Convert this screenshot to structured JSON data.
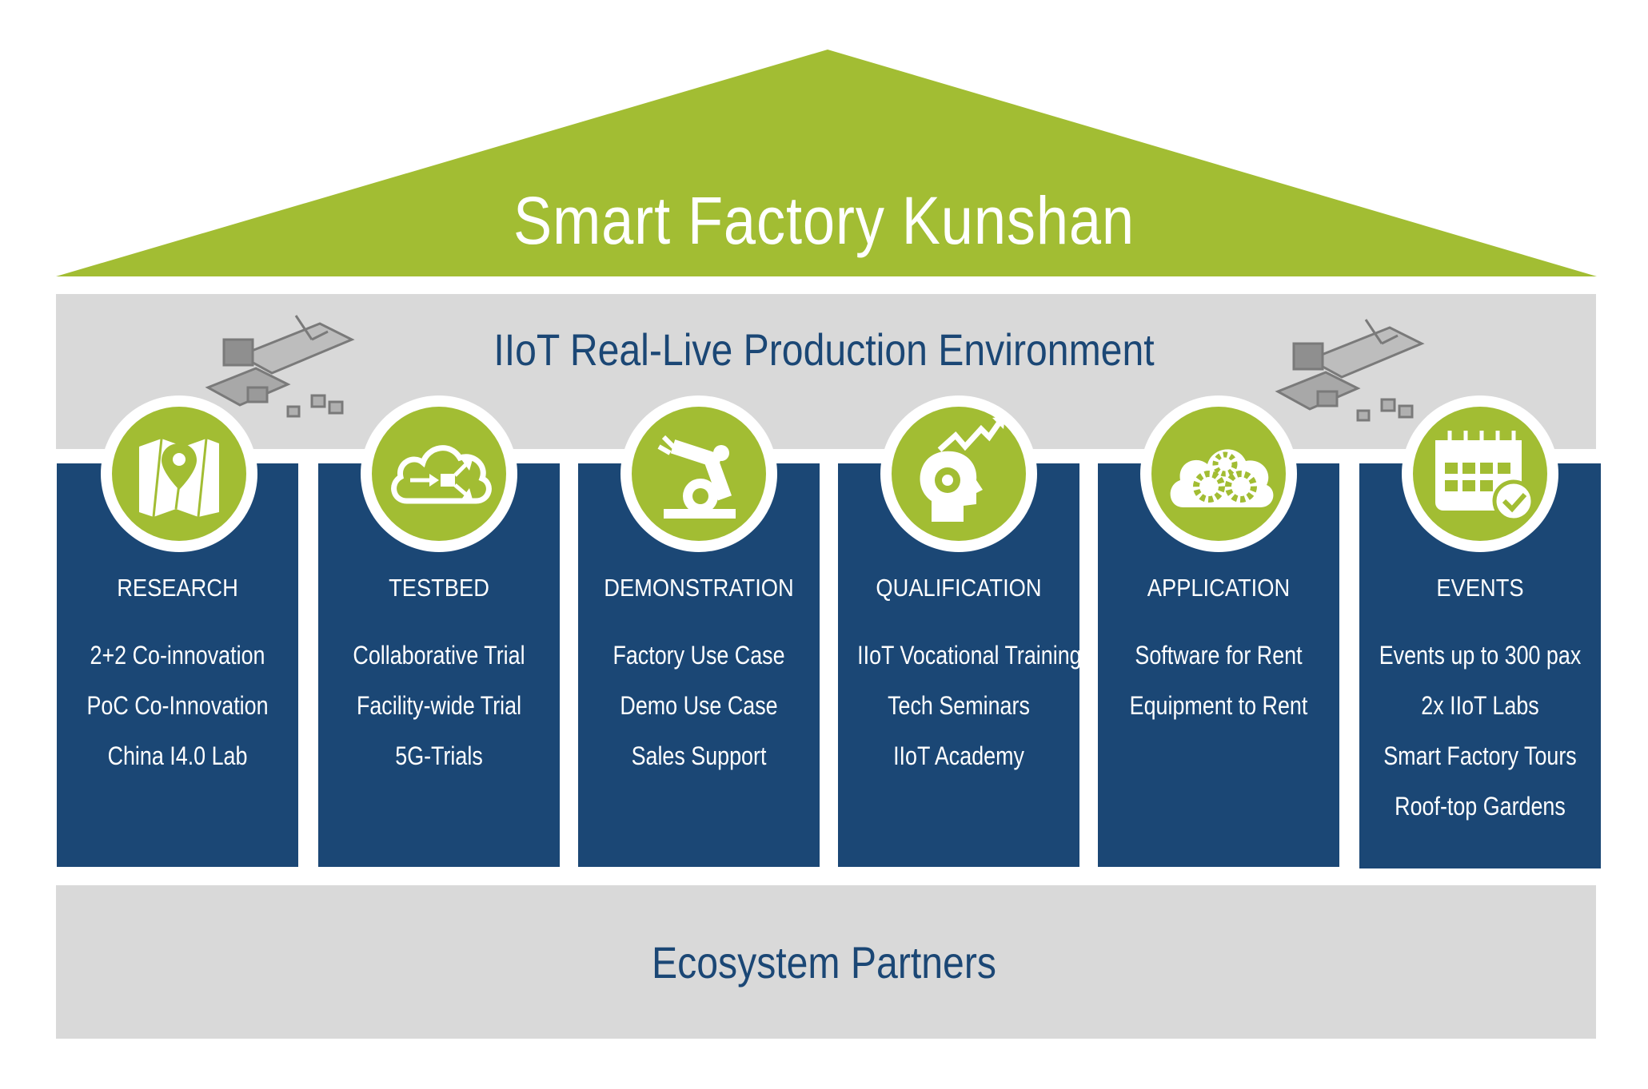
{
  "title": "Smart Factory Kunshan",
  "band_title": "IIoT Real-Live Production Environment",
  "base_title": "Ecosystem Partners",
  "colors": {
    "green": "#a2bd33",
    "navy": "#1b4775",
    "gray": "#d9d9d9"
  },
  "pillars": [
    {
      "title": "RESEARCH",
      "icon": "map-pin-icon",
      "items": [
        "2+2 Co-innovation",
        "PoC Co-Innovation",
        "China I4.0 Lab"
      ]
    },
    {
      "title": "TESTBED",
      "icon": "cloud-flow-icon",
      "items": [
        "Collaborative Trial",
        "Facility-wide Trial",
        "5G-Trials"
      ]
    },
    {
      "title": "DEMONSTRATION",
      "icon": "robot-arm-icon",
      "items": [
        "Factory Use Case",
        "Demo Use Case",
        "Sales Support"
      ]
    },
    {
      "title": "QUALIFICATION",
      "icon": "head-growth-icon",
      "items": [
        "IIoT Vocational Training",
        "Tech Seminars",
        "IIoT Academy"
      ]
    },
    {
      "title": "APPLICATION",
      "icon": "cloud-gears-icon",
      "items": [
        "Software for Rent",
        "Equipment to Rent"
      ]
    },
    {
      "title": "EVENTS",
      "icon": "calendar-check-icon",
      "items": [
        "Events up to 300 pax",
        "2x IIoT Labs",
        "Smart Factory Tours",
        "Roof-top Gardens"
      ]
    }
  ]
}
